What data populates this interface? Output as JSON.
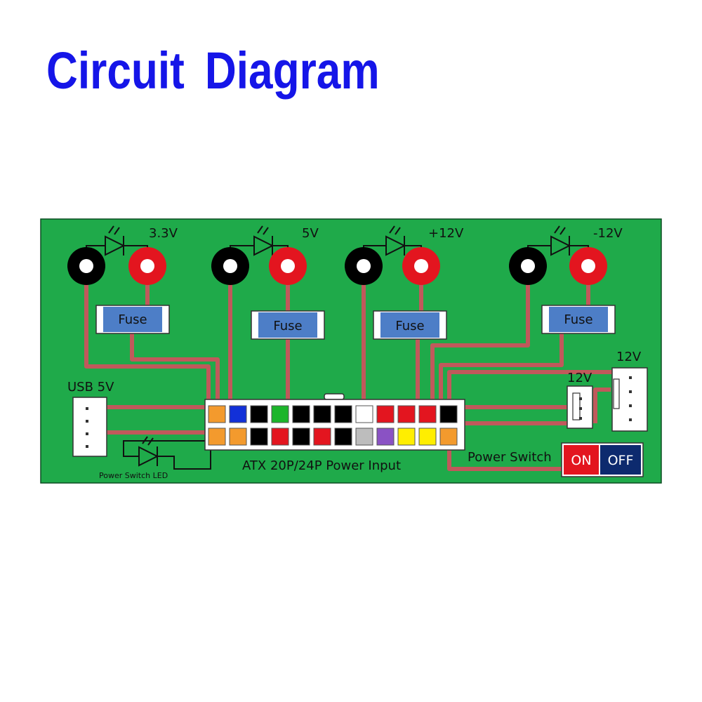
{
  "title": "Circuit Diagram",
  "colors": {
    "board": "#1faa4a",
    "trace": "#c0595b",
    "title": "#1515e8",
    "fuse": "#4d7ec7",
    "post_red": "#e3151f",
    "post_black": "#000000",
    "switch_on": "#e3151f",
    "switch_off": "#0d2a6e"
  },
  "outputs": [
    {
      "voltage": "3.3V",
      "fuse": "Fuse"
    },
    {
      "voltage": "5V",
      "fuse": "Fuse"
    },
    {
      "voltage": "+12V",
      "fuse": "Fuse"
    },
    {
      "voltage": "-12V",
      "fuse": "Fuse"
    }
  ],
  "usb_label": "USB 5V",
  "fan_small_label": "12V",
  "fan_large_label": "12V",
  "atx_label": "ATX 20P/24P Power Input",
  "power_switch_label": "Power Switch",
  "switch_on": "ON",
  "switch_off": "OFF",
  "led_label": "Power Switch LED",
  "atx_pins": {
    "top": [
      "#f39a2d",
      "#1230d8",
      "#000000",
      "#1bb52a",
      "#000000",
      "#000000",
      "#000000",
      "#ffffff",
      "#e3151f",
      "#e3151f",
      "#e3151f",
      "#000000"
    ],
    "bottom": [
      "#f39a2d",
      "#f39a2d",
      "#000000",
      "#e3151f",
      "#000000",
      "#e3151f",
      "#000000",
      "#bdbdbd",
      "#8a52c4",
      "#ffee00",
      "#ffee00",
      "#f39a2d"
    ]
  }
}
